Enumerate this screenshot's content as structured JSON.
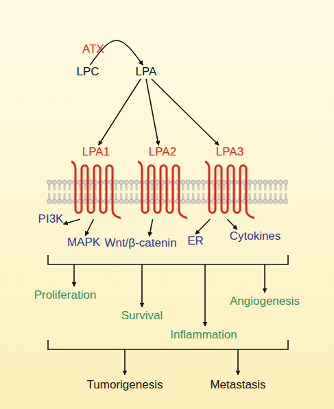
{
  "diagram": {
    "nodes": [
      {
        "text": [
          "LPC"
        ]
      },
      {
        "text": [
          "LPA"
        ]
      },
      {
        "text": [
          "LPA1"
        ]
      },
      {
        "text": [
          "LPA2"
        ]
      },
      {
        "text": [
          "LPA3"
        ]
      },
      {
        "text": [
          "PI3K"
        ]
      },
      {
        "text": [
          "MAPK"
        ]
      },
      {
        "text": [
          "Wnt/β-catenin"
        ]
      },
      {
        "text": [
          "ER"
        ]
      },
      {
        "text": [
          "Cytokines"
        ]
      },
      {
        "text": [
          "Proliferation"
        ]
      },
      {
        "text": [
          "Survival"
        ]
      },
      {
        "text": [
          "Inflammation"
        ]
      },
      {
        "text": [
          "Angiogenesis"
        ]
      },
      {
        "text": [
          "Tumorigenesis"
        ]
      },
      {
        "text": [
          "Metastasis"
        ]
      }
    ],
    "edges": [
      {
        "from": 0,
        "to": 1,
        "label": "ATX",
        "arrow": "to"
      },
      {
        "from": 1,
        "to": 2,
        "arrow": "to"
      },
      {
        "from": 1,
        "to": 3,
        "arrow": "to"
      },
      {
        "from": 1,
        "to": 4,
        "arrow": "to"
      },
      {
        "from": 2,
        "to": 5,
        "arrow": "to"
      },
      {
        "from": 2,
        "to": 6,
        "arrow": "to"
      },
      {
        "from": 3,
        "to": 7,
        "arrow": "to"
      },
      {
        "from": 4,
        "to": 8,
        "arrow": "to"
      },
      {
        "from": 4,
        "to": 9,
        "arrow": "to"
      }
    ]
  }
}
